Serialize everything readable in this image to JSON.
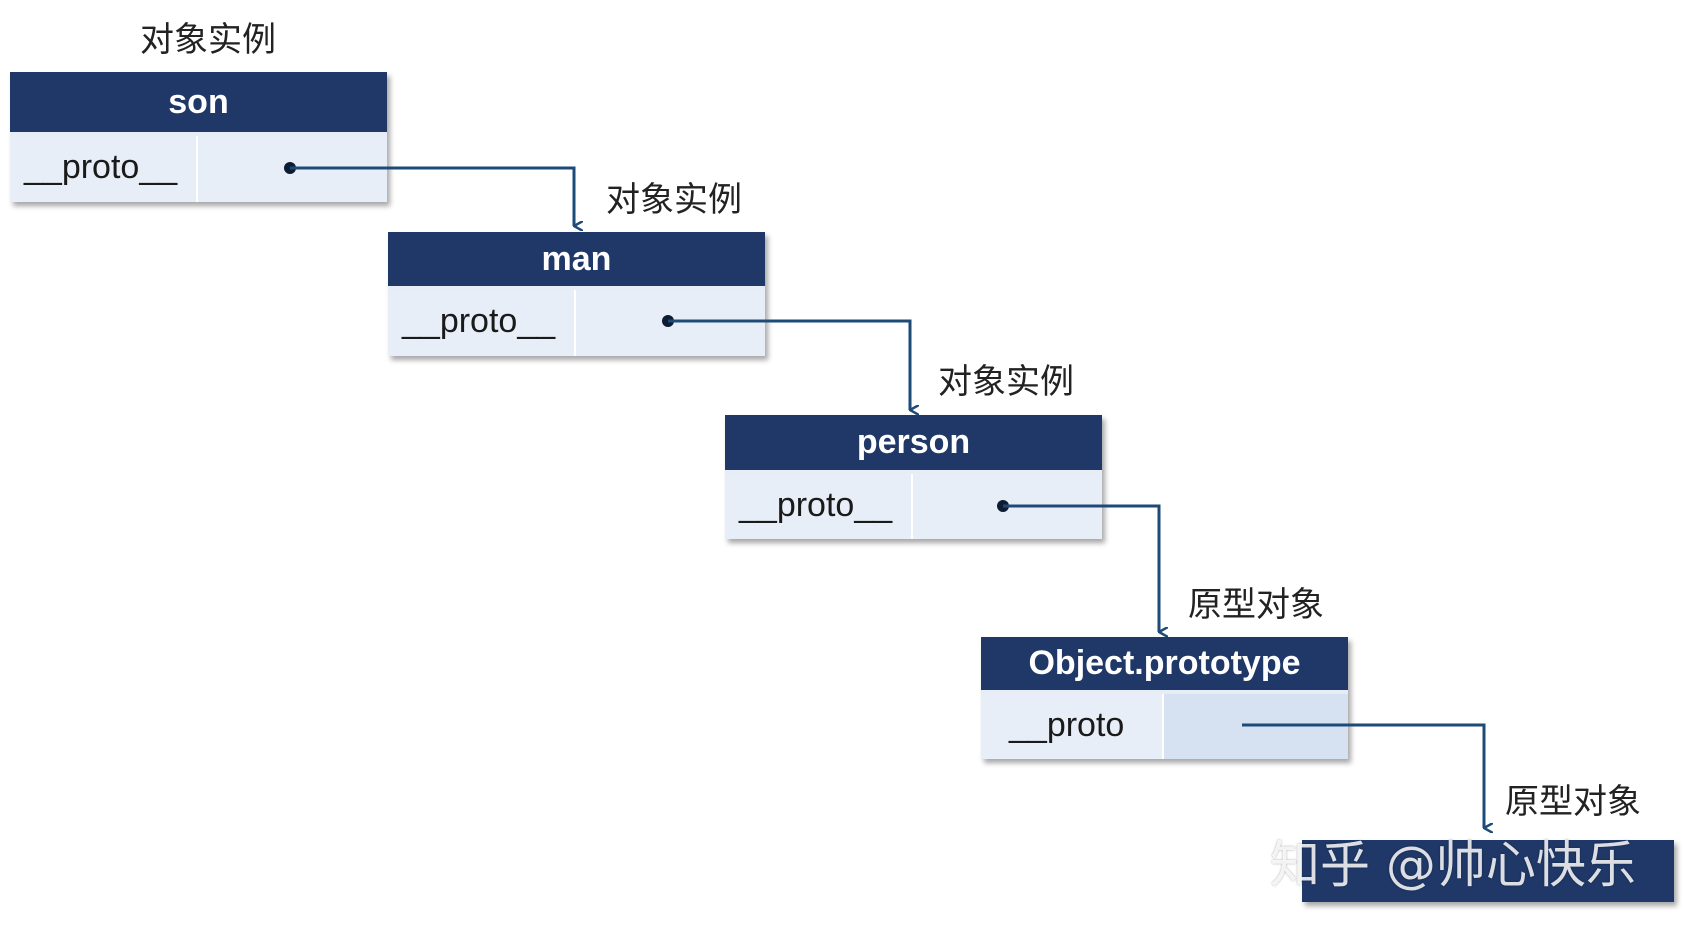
{
  "objects": [
    {
      "name": "son",
      "field": "__proto__",
      "caption": "对象实例"
    },
    {
      "name": "man",
      "field": "__proto__",
      "caption": "对象实例"
    },
    {
      "name": "person",
      "field": "__proto__",
      "caption": "对象实例"
    },
    {
      "name": "Object.prototype",
      "field": "__proto",
      "caption": "原型对象"
    }
  ],
  "last_caption": "原型对象",
  "watermark": "知乎 @帅心快乐",
  "colors": {
    "header": "#1f3868",
    "cell": "#e8eef8",
    "arrow": "#1e4a78"
  }
}
